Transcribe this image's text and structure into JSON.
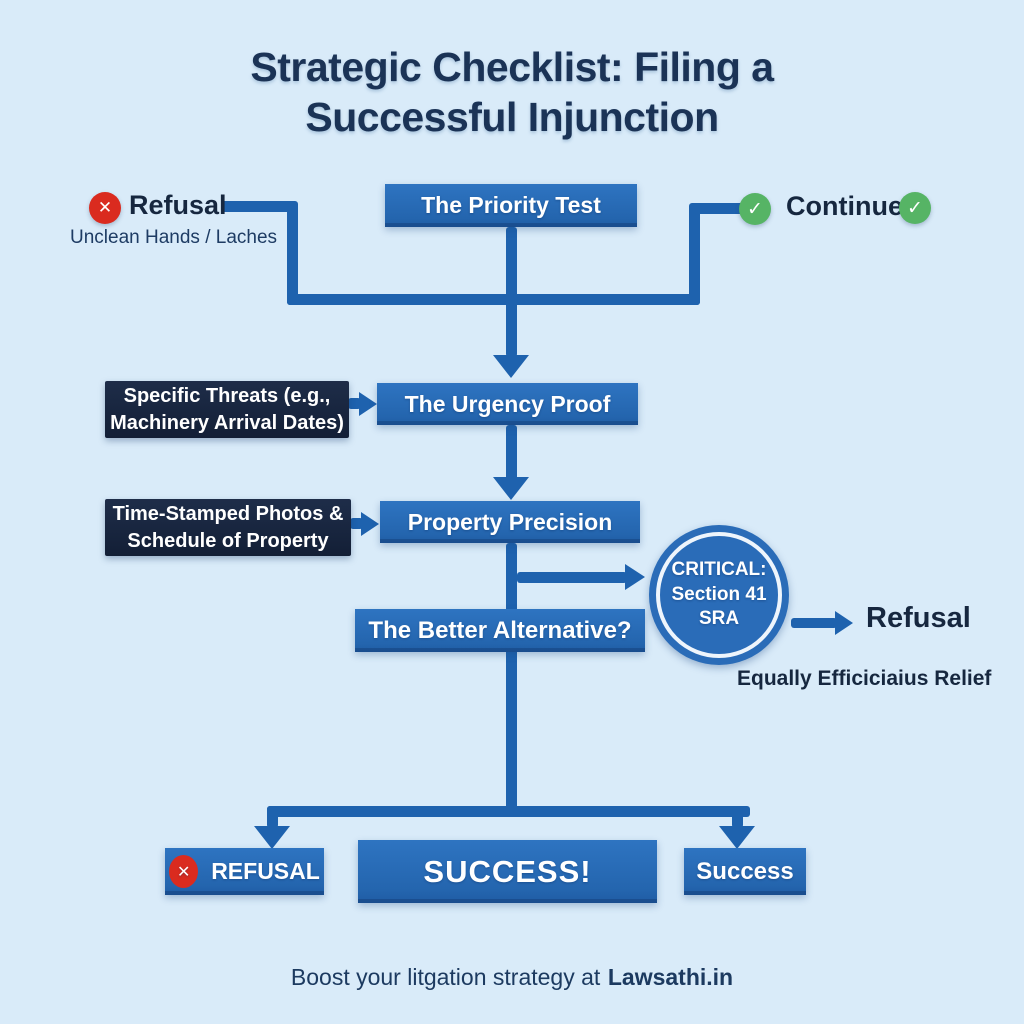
{
  "title": {
    "line1": "Strategic Checklist: Filing a",
    "line2": "Successful Injunction"
  },
  "colors": {
    "background": "#d9ebf9",
    "primary_blue_box": "#2667b1",
    "dark_navy_box": "#17253d",
    "connector_blue": "#1e62ae",
    "text_navy": "#1b3356",
    "alert_red": "#da2b1f",
    "success_green": "#56b465",
    "box_text": "#ffffff"
  },
  "icons": {
    "x_glyph": "✕",
    "check_glyph": "✓"
  },
  "nodes": {
    "refusal_top": {
      "label": "Refusal",
      "note": "Unclean Hands / Laches"
    },
    "priority_test": {
      "label": "The Priority Test"
    },
    "continue_top": {
      "label": "Continue"
    },
    "specific_threats": {
      "line1": "Specific Threats (e.g.,",
      "line2": "Machinery Arrival Dates)"
    },
    "urgency_proof": {
      "label": "The Urgency Proof"
    },
    "time_stamped": {
      "line1": "Time-Stamped Photos &",
      "line2": "Schedule of Property"
    },
    "property_precision": {
      "label": "Property Precision"
    },
    "better_alternative": {
      "label": "The Better Alternative?"
    },
    "critical": {
      "line1": "CRITICAL:",
      "line2": "Section 41",
      "line3": "SRA"
    },
    "critical_outcome": {
      "label": "Refusal",
      "note": "Equally Efficiciaius Relief"
    },
    "refusal_bottom": {
      "label": "REFUSAL"
    },
    "success_main": {
      "label": "SUCCESS!"
    },
    "success_right": {
      "label": "Success"
    }
  },
  "footer": {
    "text": "Boost your litgation strategy at",
    "brand": "Lawsathi.in"
  }
}
